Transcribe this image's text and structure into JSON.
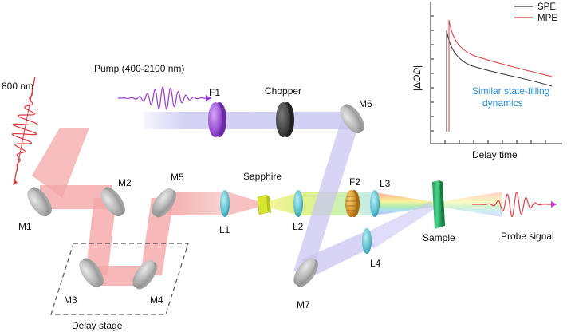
{
  "labels": {
    "laser_800": "800 nm",
    "pump": "Pump (400-2100 nm)",
    "f1": "F1",
    "chopper": "Chopper",
    "m6": "M6",
    "m1": "M1",
    "m2": "M2",
    "m5": "M5",
    "m3": "M3",
    "m4": "M4",
    "m7": "M7",
    "l1": "L1",
    "l2": "L2",
    "l3": "L3",
    "l4": "L4",
    "f2": "F2",
    "sapphire": "Sapphire",
    "sample": "Sample",
    "probe_signal": "Probe signal",
    "delay_stage": "Delay stage"
  },
  "inset": {
    "ylabel_pre": "|Δ",
    "ylabel_italic": "OD",
    "ylabel_post": "|",
    "xlabel": "Delay time",
    "annotation_line1": "Similar state-filling",
    "annotation_line2": "dynamics",
    "legend": [
      {
        "name": "SPE",
        "color": "#333333"
      },
      {
        "name": "MPE",
        "color": "#e0393e"
      }
    ]
  },
  "colors": {
    "beam_800": "#f4a6a6",
    "beam_pump": "#c9c6f2",
    "f1_filter": "#9b59d6",
    "chopper": "#3f3f3f",
    "lens": "#5fc0cf",
    "f2_filter": "#d99a2b",
    "sample": "#2fb36a",
    "mirror": "#b9b9b9",
    "annotation": "#2a8fd8"
  }
}
